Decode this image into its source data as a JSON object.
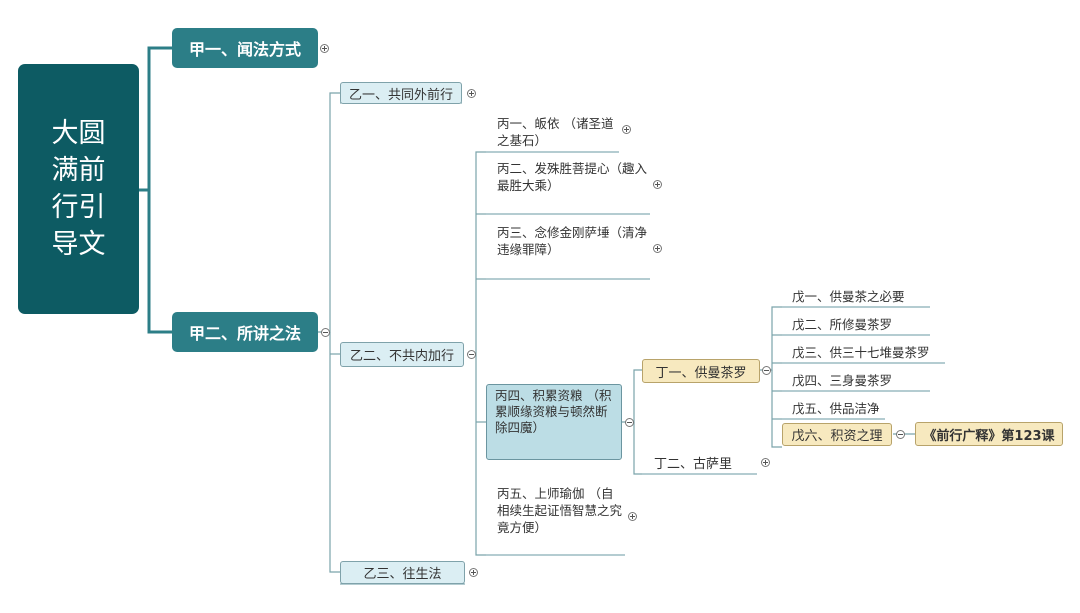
{
  "mindmap": {
    "root": "大圆满前行引导文",
    "jia1": "甲一、闻法方式",
    "jia2": "甲二、所讲之法",
    "yi1": "乙一、共同外前行",
    "yi2": "乙二、不共内加行",
    "yi3": "乙三、往生法",
    "bing1": "丙一、皈依  （诸圣道之基石）",
    "bing2": "丙二、发殊胜菩提心（趣入最胜大乘）",
    "bing3": "丙三、念修金刚萨埵（清净违缘罪障）",
    "bing4": "丙四、积累资粮  （积累顺缘资粮与顿然断除四魔）",
    "bing5": "丙五、上师瑜伽  （自相续生起证悟智慧之究竟方便）",
    "ding1": "丁一、供曼茶罗",
    "ding2": "丁二、古萨里",
    "wu1": "戊一、供曼茶之必要",
    "wu2": "戊二、所修曼茶罗",
    "wu3": "戊三、供三十七堆曼茶罗",
    "wu4": "戊四、三身曼茶罗",
    "wu5": "戊五、供品洁净",
    "wu6": "戊六、积资之理",
    "link": "《前行广释》第123课"
  },
  "colors": {
    "root": "#0d5b63",
    "level1": "#2c7e87",
    "selected_fill": "#dbeef3",
    "highlight_fill": "#f7e9bf",
    "line": "#6a9aa3"
  },
  "icons": [
    "expand-plus-icon",
    "collapse-minus-icon"
  ]
}
